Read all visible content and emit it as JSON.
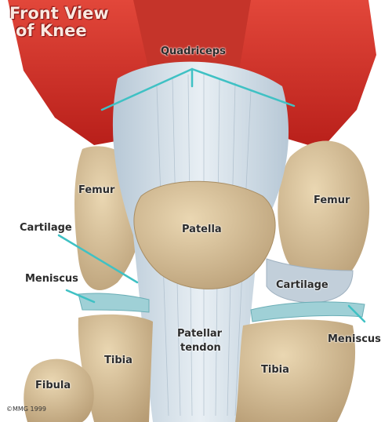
{
  "title": {
    "line1": "Front View",
    "line2": "of Knee"
  },
  "labels": {
    "quadriceps": "Quadriceps",
    "femur_left": "Femur",
    "femur_right": "Femur",
    "patella": "Patella",
    "cartilage_left": "Cartilage",
    "cartilage_right": "Cartilage",
    "meniscus_left": "Meniscus",
    "meniscus_right": "Meniscus",
    "patellar_tendon_line1": "Patellar",
    "patellar_tendon_line2": "tendon",
    "tibia_left": "Tibia",
    "tibia_right": "Tibia",
    "fibula": "Fibula"
  },
  "copyright": "©MMG 1999",
  "colors": {
    "muscle": "#d93a2c",
    "bone": "#d7c09a",
    "tendon": "#c8d8e4",
    "pointer": "#3fc1c4"
  }
}
